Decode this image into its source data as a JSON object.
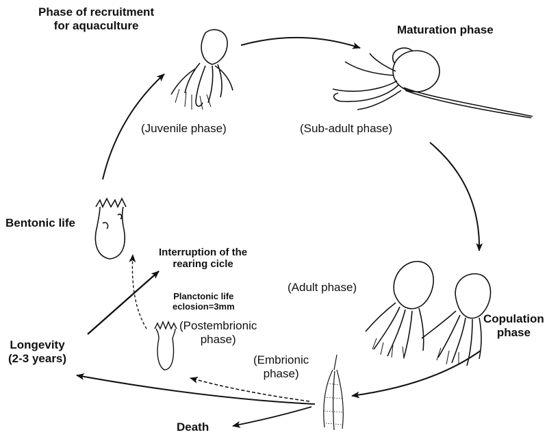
{
  "labels": {
    "recruitment": [
      "Phase of recruitment",
      "for aquaculture"
    ],
    "maturation": "Maturation phase",
    "juvenile": "(Juvenile phase)",
    "sub_adult": "(Sub-adult phase)",
    "bentonic": "Bentonic life",
    "interruption": [
      "Interruption of the",
      "rearing cicle"
    ],
    "planctonic": [
      "Planctonic life",
      "eclosion=3mm"
    ],
    "postembrionic": [
      "(Postembrionic",
      "phase)"
    ],
    "adult": "(Adult phase)",
    "copulation": [
      "Copulation",
      "phase"
    ],
    "longevity": [
      "Longevity",
      "(2-3 years)"
    ],
    "embrionic": [
      "(Embrionic",
      "phase)"
    ],
    "death": "Death"
  },
  "colors": {
    "ink": "#111111",
    "background": "#ffffff"
  }
}
